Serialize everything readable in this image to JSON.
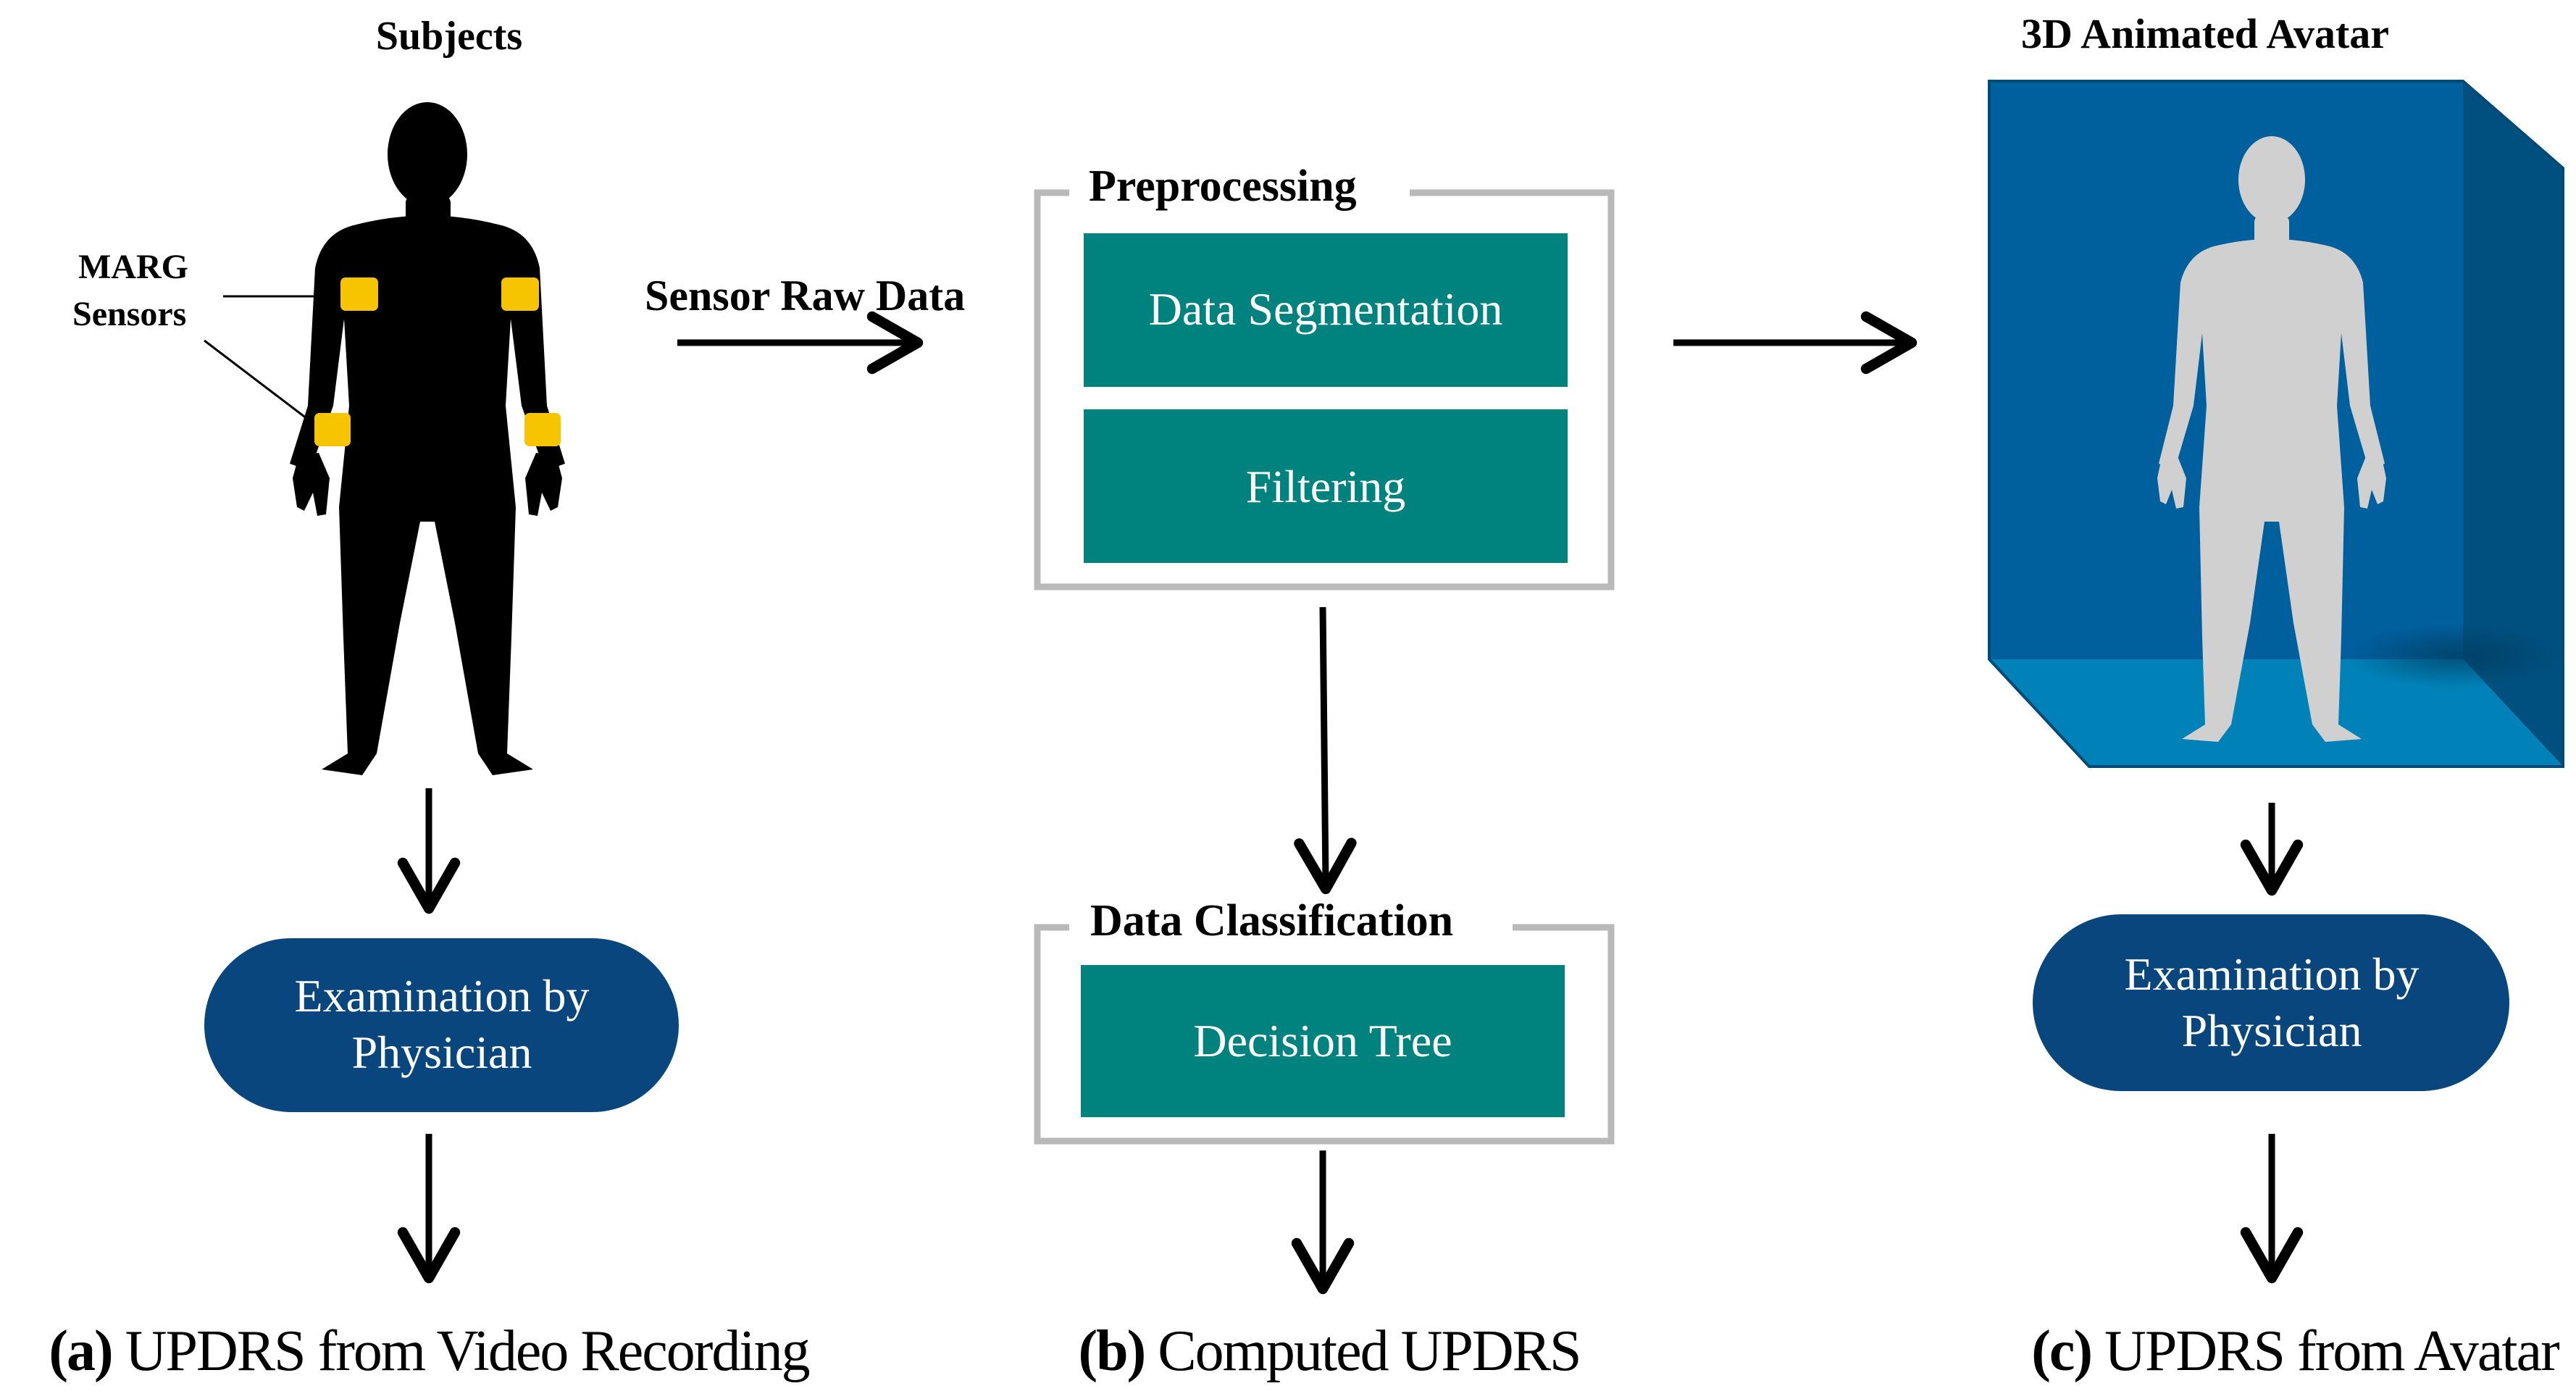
{
  "left": {
    "title": "Subjects",
    "sensor_label_line1": "MARG",
    "sensor_label_line2": "Sensors",
    "exam_line1": "Examination by",
    "exam_line2": "Physician",
    "caption_prefix": "(a)",
    "caption_text": "UPDRS from Video Recording"
  },
  "middle": {
    "raw_data_label": "Sensor Raw Data",
    "preprocessing_title": "Preprocessing",
    "step1": "Data Segmentation",
    "step2": "Filtering",
    "classification_title": "Data Classification",
    "classifier": "Decision Tree",
    "caption_prefix": "(b)",
    "caption_text": "Computed UPDRS"
  },
  "right": {
    "title": "3D Animated Avatar",
    "exam_line1": "Examination by",
    "exam_line2": "Physician",
    "caption_prefix": "(c)",
    "caption_text": "UPDRS from Avatar"
  },
  "colors": {
    "teal_box": "#00827f",
    "navy_pill": "#0a467e",
    "sensor_yellow": "#f6c400",
    "cube_front": "#005f9d",
    "cube_side": "#00507f",
    "cube_floor": "#0082b8",
    "avatar_gray": "#d0d0d0",
    "frame_gray": "#b9b9b9"
  }
}
